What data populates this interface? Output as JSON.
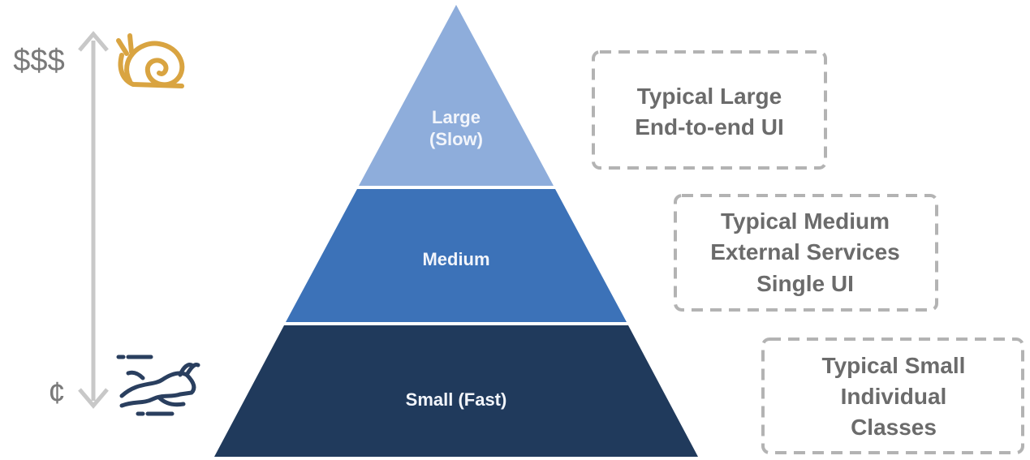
{
  "cost_scale": {
    "high": "$$$",
    "low": "¢"
  },
  "icons": {
    "top": "snail-icon",
    "bottom": "rabbit-icon"
  },
  "pyramid": {
    "tiers": [
      {
        "lines": [
          "Large",
          "(Slow)"
        ],
        "color": "#8eaddb"
      },
      {
        "lines": [
          "Medium"
        ],
        "color": "#3c72b8"
      },
      {
        "lines": [
          "Small (Fast)"
        ],
        "color": "#203a5c"
      }
    ]
  },
  "notes": [
    {
      "lines": [
        "Typical Large",
        "End-to-end UI"
      ]
    },
    {
      "lines": [
        "Typical Medium",
        "External Services",
        "Single UI"
      ]
    },
    {
      "lines": [
        "Typical Small",
        "Individual",
        "Classes"
      ]
    }
  ],
  "colors": {
    "arrow": "#c8c8c8",
    "snail": "#d9a441",
    "rabbit": "#2a3f5f",
    "note_border": "#b3b3b3",
    "note_text": "#6b6b6b"
  }
}
